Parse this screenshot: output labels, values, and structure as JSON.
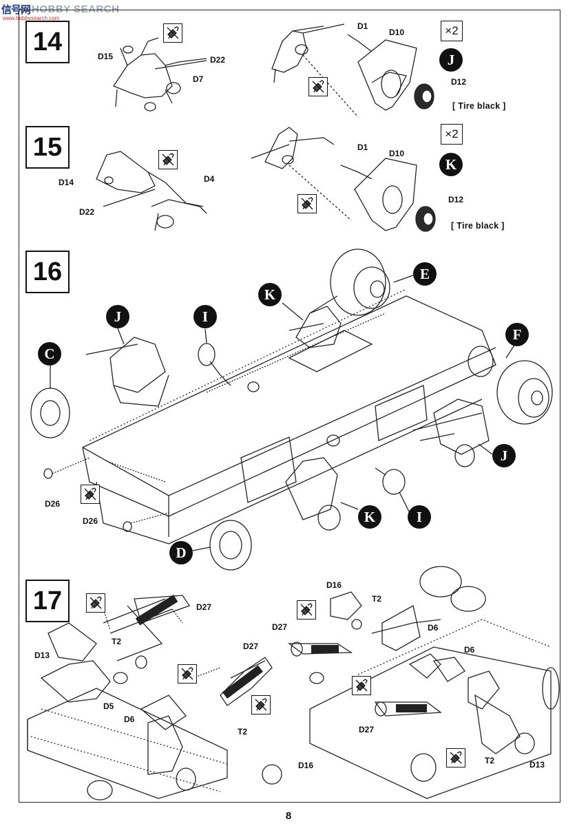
{
  "watermark": {
    "cn": "信号网",
    "brand": "HOBBY SEARCH",
    "url": "www.hobbysearch.com"
  },
  "steps": [
    {
      "number": "14",
      "quantity": "×2",
      "subassembly": "J",
      "tire_note": "[ Tire black ]",
      "parts": {
        "left_a": "D15",
        "left_b": "D22",
        "left_c": "D7",
        "right_a": "D1",
        "right_b": "D10",
        "right_c": "D12"
      }
    },
    {
      "number": "15",
      "quantity": "×2",
      "subassembly": "K",
      "tire_note": "[ Tire black ]",
      "parts": {
        "left_a": "D14",
        "left_b": "D4",
        "left_c": "D22",
        "right_a": "D1",
        "right_b": "D10",
        "right_c": "D12"
      }
    },
    {
      "number": "16",
      "subassemblies": {
        "j_left": "J",
        "i_top": "I",
        "k_top": "K",
        "e": "E",
        "f": "F",
        "c": "C",
        "j_right": "J",
        "k_bottom": "K",
        "i_bottom": "I",
        "d": "D"
      },
      "parts": {
        "d26_a": "D26",
        "d26_b": "D26"
      }
    },
    {
      "number": "17",
      "parts": {
        "d27_a": "D27",
        "d13_a": "D13",
        "t2_a": "T2",
        "d5": "D5",
        "d6_a": "D6",
        "d27_b": "D27",
        "t2_b": "T2",
        "d16_a": "D16",
        "d16_b": "D16",
        "t2_c": "T2",
        "d27_c": "D27",
        "d6_b": "D6",
        "d6_c": "D6",
        "d27_d": "D27",
        "t2_d": "T2",
        "d13_b": "D13"
      }
    }
  ],
  "page_number": "8"
}
